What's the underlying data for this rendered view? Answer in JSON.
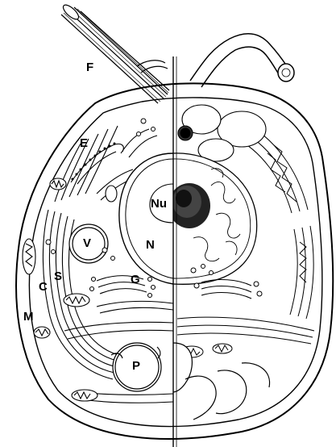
{
  "figure": {
    "labels": {
      "flagellum": "F",
      "er": "E",
      "nucleolus": "Nu",
      "vacuole": "V",
      "nucleus": "N",
      "golgi": "G",
      "cytoplasm": "C",
      "starch": "S",
      "mitochondrion": "M",
      "pyrenoid": "P"
    }
  }
}
